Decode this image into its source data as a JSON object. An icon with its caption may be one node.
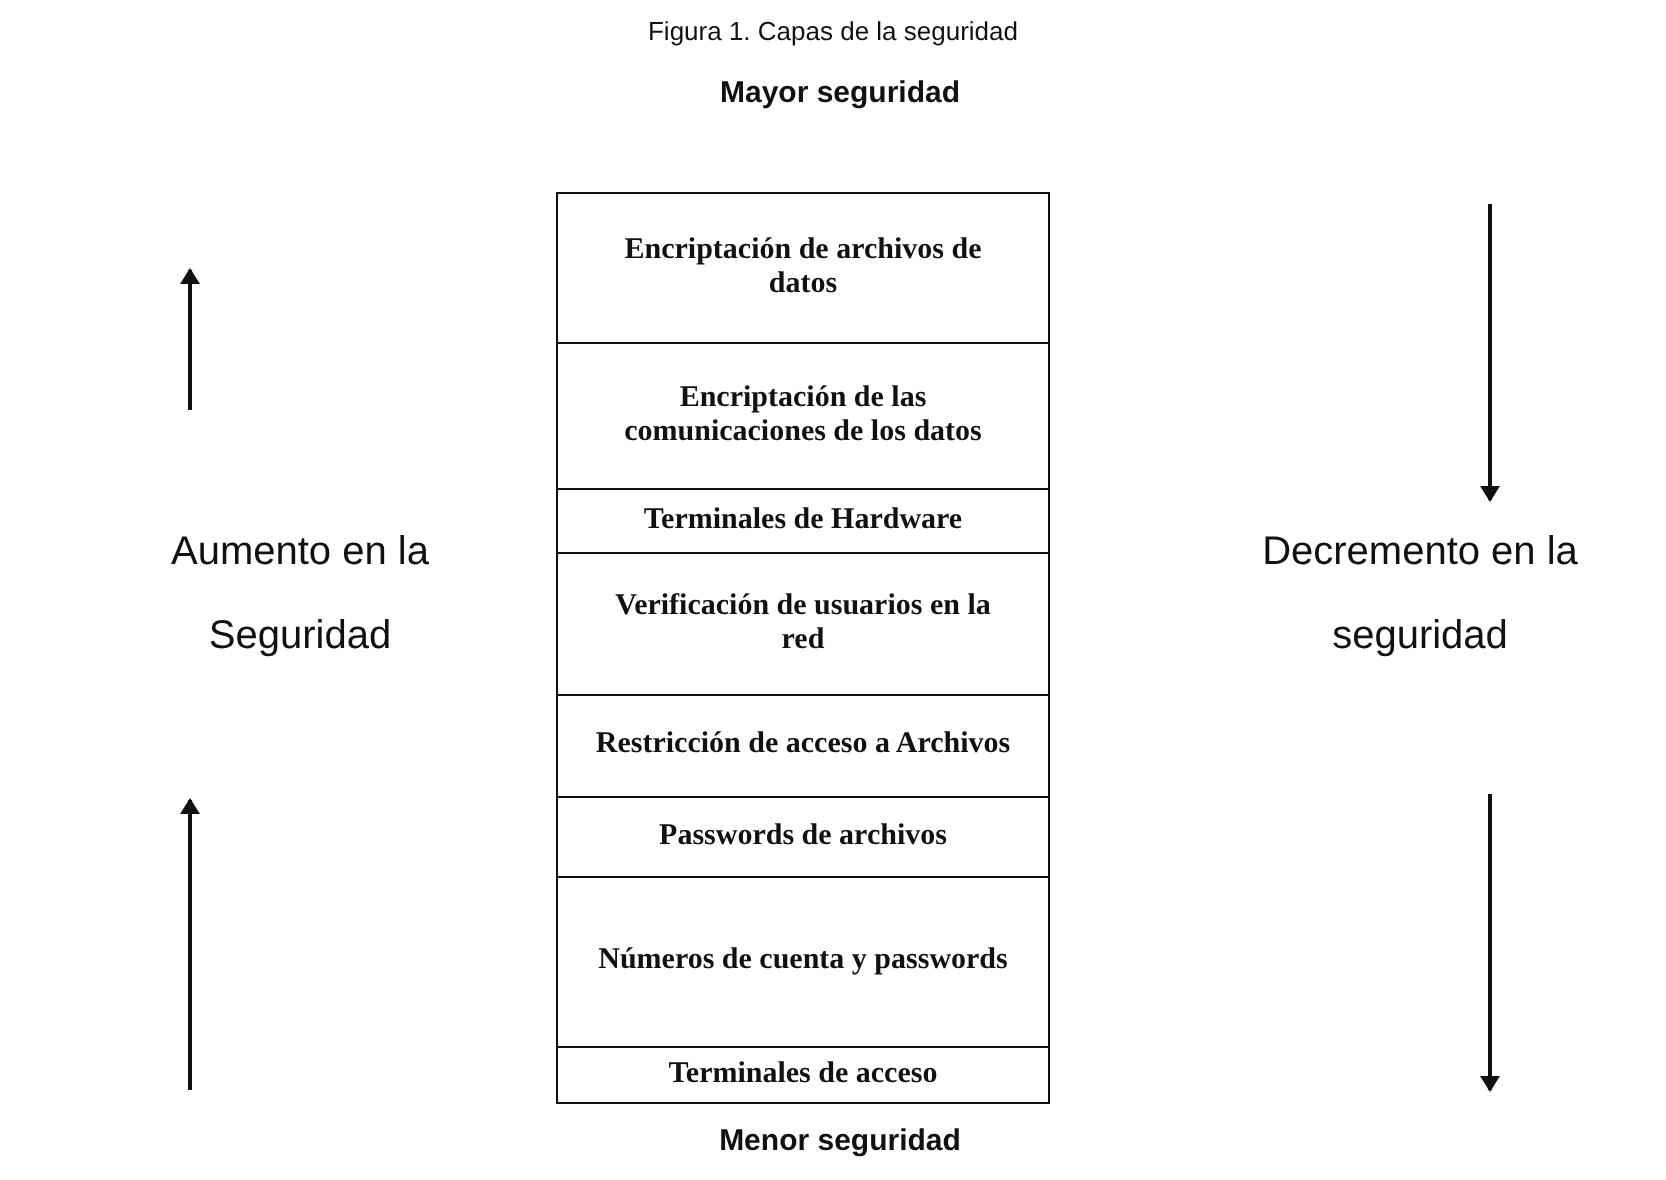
{
  "diagram": {
    "title": "Figura 1. Capas de la seguridad",
    "nodes": [
      {
        "text": [
          "Encriptación de archivos de datos"
        ]
      },
      {
        "text": [
          "Encriptación de las comunicaciones de los datos"
        ]
      },
      {
        "text": [
          "Terminales de Hardware"
        ]
      },
      {
        "text": [
          "Verificación de usuarios en la red"
        ]
      },
      {
        "text": [
          "Restricción de acceso a Archivos"
        ]
      },
      {
        "text": [
          "Passwords de archivos"
        ]
      },
      {
        "text": [
          "Números de cuenta y passwords"
        ]
      },
      {
        "text": [
          "Terminales de acceso"
        ]
      }
    ],
    "labels": [
      "Mayor seguridad",
      "Aumento en la Seguridad",
      "Decremento en la seguridad",
      "Menor seguridad"
    ]
  }
}
